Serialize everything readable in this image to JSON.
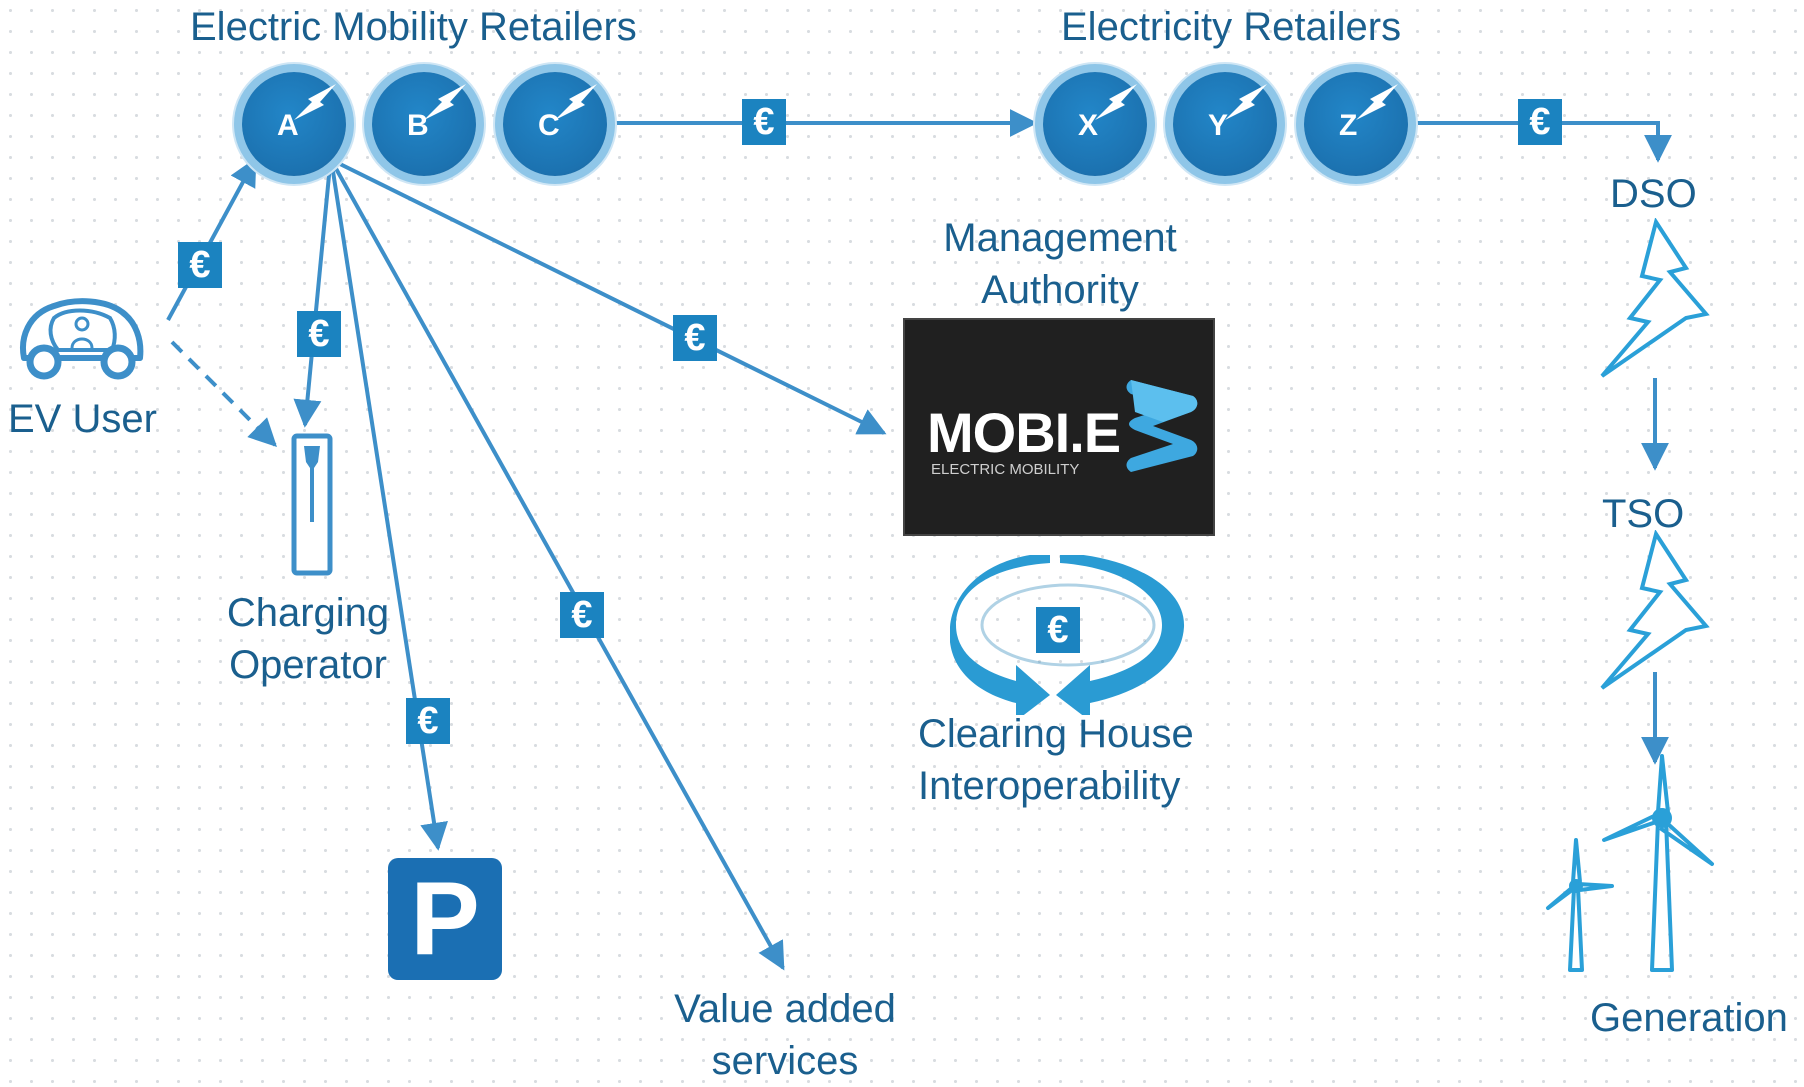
{
  "labels": {
    "electric_mobility_retailers": "Electric Mobility Retailers",
    "electricity_retailers": "Electricity Retailers",
    "management_authority": "Management Authority",
    "ev_user": "EV User",
    "charging_operator": "Charging Operator",
    "value_added_services": "Value added services",
    "clearing_house": "Clearing House Interoperability",
    "dso": "DSO",
    "tso": "TSO",
    "generation": "Generation"
  },
  "retailers": [
    "A",
    "B",
    "C"
  ],
  "electricity_retailers_list": [
    "X",
    "Y",
    "Z"
  ],
  "euro_symbol": "€",
  "mobie": {
    "wordmark": "MOBI.E",
    "tagline": "ELECTRIC MOBILITY"
  },
  "parking_sign": "P",
  "colors": {
    "text": "#1a5f8e",
    "arrow": "#3d8fc9",
    "node": "#1c72b0",
    "euro_badge": "#1b83c0",
    "bolt": "#2aa0d8",
    "mobie_bg": "#202020",
    "parking": "#1b6fb3"
  }
}
